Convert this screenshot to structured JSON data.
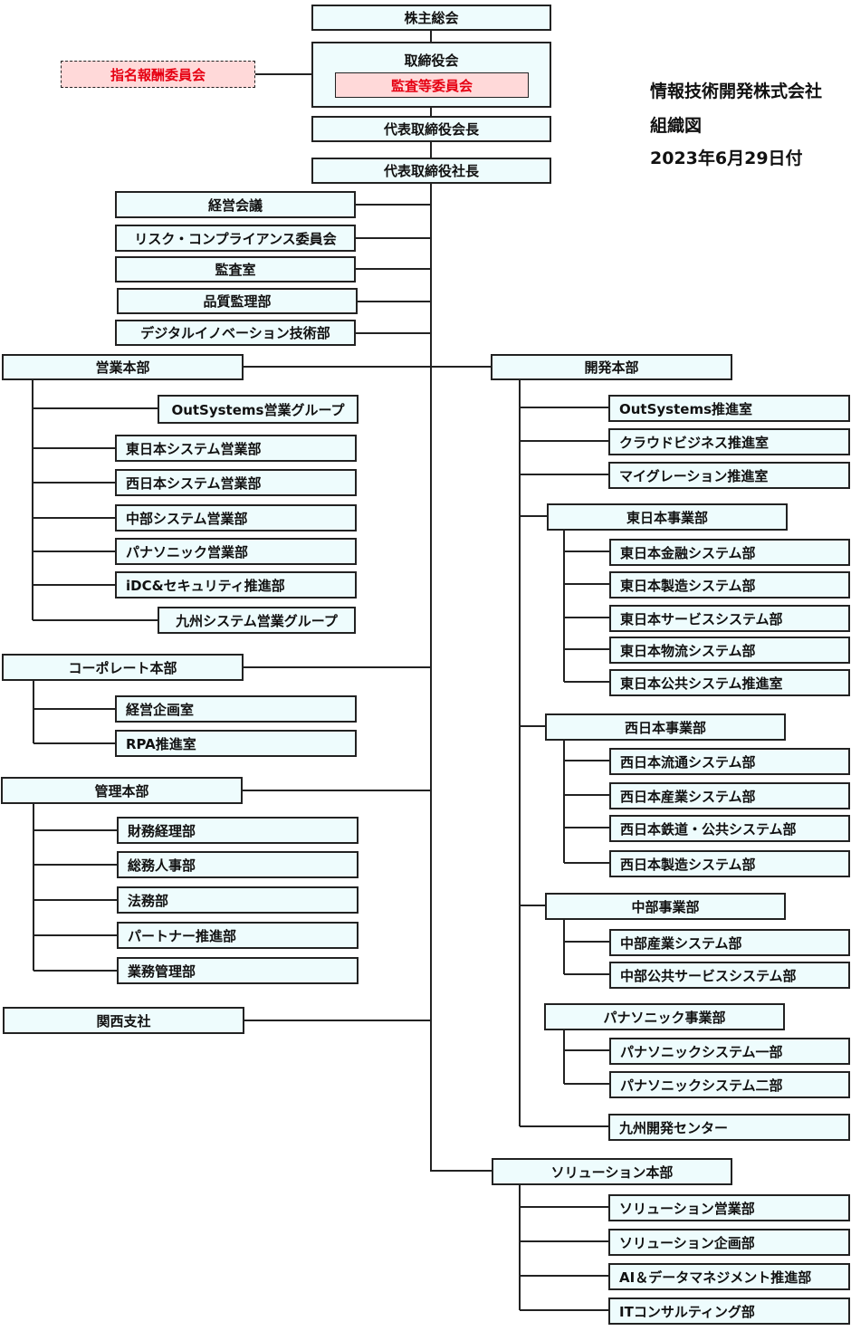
{
  "company": {
    "name": "情報技術開発株式会社",
    "doc_title": "組織図",
    "date": "2023年6月29日付"
  },
  "top": {
    "shareholders": "株主総会",
    "board": "取締役会",
    "audit_committee": "監査等委員会",
    "nomination_committee": "指名報酬委員会",
    "chairman": "代表取締役会長",
    "president": "代表取締役社長"
  },
  "direct": [
    "経営会議",
    "リスク・コンプライアンス委員会",
    "監査室",
    "品質監理部",
    "デジタルイノベーション技術部"
  ],
  "sales": {
    "head": "営業本部",
    "children": [
      "OutSystems営業グループ",
      "東日本システム営業部",
      "西日本システム営業部",
      "中部システム営業部",
      "パナソニック営業部",
      "iDC&セキュリティ推進部",
      "九州システム営業グループ"
    ]
  },
  "corporate": {
    "head": "コーポレート本部",
    "children": [
      "経営企画室",
      "RPA推進室"
    ]
  },
  "admin": {
    "head": "管理本部",
    "children": [
      "財務経理部",
      "総務人事部",
      "法務部",
      "パートナー推進部",
      "業務管理部"
    ]
  },
  "kansai": "関西支社",
  "dev": {
    "head": "開発本部",
    "offices": [
      "OutSystems推進室",
      "クラウドビジネス推進室",
      "マイグレーション推進室"
    ],
    "east": {
      "head": "東日本事業部",
      "children": [
        "東日本金融システム部",
        "東日本製造システム部",
        "東日本サービスシステム部",
        "東日本物流システム部",
        "東日本公共システム推進室"
      ]
    },
    "west": {
      "head": "西日本事業部",
      "children": [
        "西日本流通システム部",
        "西日本産業システム部",
        "西日本鉄道・公共システム部",
        "西日本製造システム部"
      ]
    },
    "chubu": {
      "head": "中部事業部",
      "children": [
        "中部産業システム部",
        "中部公共サービスシステム部"
      ]
    },
    "panasonic": {
      "head": "パナソニック事業部",
      "children": [
        "パナソニックシステム一部",
        "パナソニックシステム二部"
      ]
    },
    "kyushu": "九州開発センター"
  },
  "solution": {
    "head": "ソリューション本部",
    "children": [
      "ソリューション営業部",
      "ソリューション企画部",
      "AI＆データマネジメント推進部",
      "ITコンサルティング部"
    ]
  }
}
